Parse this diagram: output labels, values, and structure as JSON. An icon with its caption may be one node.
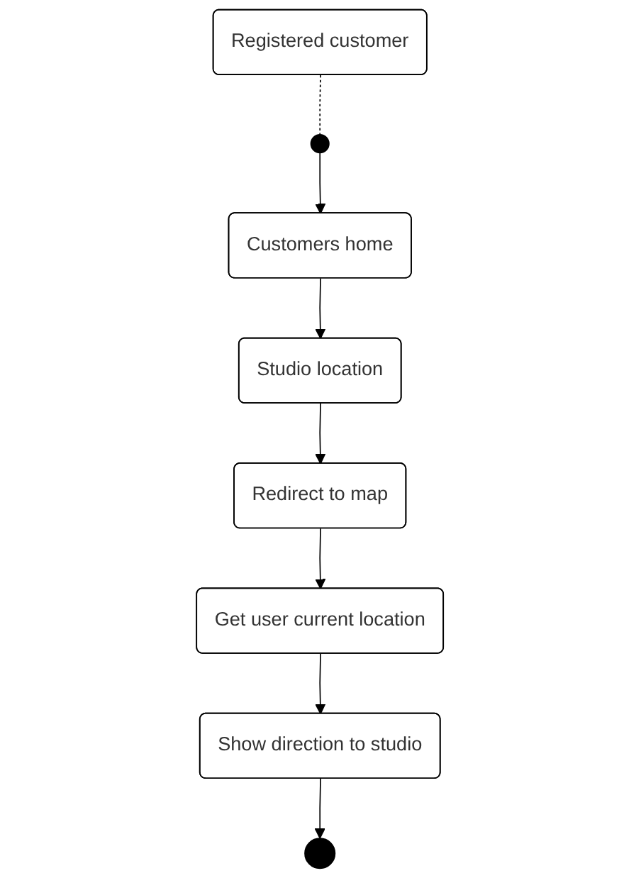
{
  "diagram": {
    "nodes": [
      {
        "text": [
          "Registered customer"
        ]
      },
      {
        "text": [],
        "shape": "circle"
      },
      {
        "text": [
          "Customers home"
        ]
      },
      {
        "text": [
          "Studio location"
        ]
      },
      {
        "text": [
          "Redirect to map"
        ]
      },
      {
        "text": [
          "Get user current location"
        ]
      },
      {
        "text": [
          "Show direction to studio"
        ]
      },
      {
        "text": [],
        "shape": "circle"
      }
    ],
    "edges": [
      {
        "from": 0,
        "to": 1,
        "arrow": "none",
        "style": "dashed"
      },
      {
        "from": 1,
        "to": 2,
        "arrow": "to"
      },
      {
        "from": 2,
        "to": 3,
        "arrow": "to"
      },
      {
        "from": 3,
        "to": 4,
        "arrow": "to"
      },
      {
        "from": 4,
        "to": 5,
        "arrow": "to"
      },
      {
        "from": 5,
        "to": 6,
        "arrow": "to"
      },
      {
        "from": 6,
        "to": 7,
        "arrow": "to"
      }
    ]
  }
}
